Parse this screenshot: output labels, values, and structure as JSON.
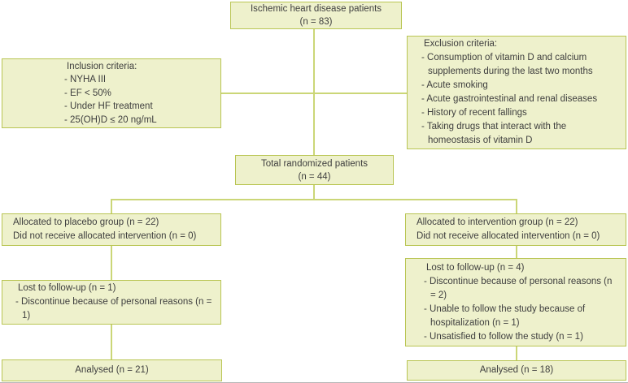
{
  "colors": {
    "background": "#ffffff",
    "box_fill": "#eef1cc",
    "box_border": "#b9c553",
    "line": "#cbd677",
    "text": "#3e3e3e"
  },
  "boxes": {
    "top": {
      "line1": "Ischemic heart disease patients",
      "line2": "(n = 83)"
    },
    "inclusion": {
      "title": "Inclusion criteria:",
      "items": [
        "- NYHA III",
        "- EF < 50%",
        "- Under HF treatment",
        "- 25(OH)D ≤ 20 ng/mL"
      ]
    },
    "exclusion": {
      "title": "Exclusion criteria:",
      "items": [
        "- Consumption of vitamin D and calcium supplements during the last two months",
        "- Acute smoking",
        "- Acute gastrointestinal and renal diseases",
        "- History of recent fallings",
        "- Taking drugs that interact with the homeostasis of vitamin D"
      ]
    },
    "total": {
      "line1": "Total randomized patients",
      "line2": "(n = 44)"
    },
    "placebo_alloc": {
      "line1": "Allocated to placebo group (n = 22)",
      "line2": "Did not receive allocated intervention (n = 0)"
    },
    "intervention_alloc": {
      "line1": "Allocated to intervention group (n = 22)",
      "line2": "Did not receive allocated intervention (n = 0)"
    },
    "placebo_lost": {
      "title": "Lost to follow-up (n = 1)",
      "items": [
        "- Discontinue because of personal reasons (n = 1)"
      ]
    },
    "intervention_lost": {
      "title": "Lost to follow-up (n = 4)",
      "items": [
        "- Discontinue because of personal reasons (n = 2)",
        "- Unable to follow the study because of hospitalization (n = 1)",
        "- Unsatisfied to follow the study (n = 1)"
      ]
    },
    "placebo_analysed": {
      "label": "Analysed (n = 21)"
    },
    "intervention_analysed": {
      "label": "Analysed (n = 18)"
    }
  }
}
